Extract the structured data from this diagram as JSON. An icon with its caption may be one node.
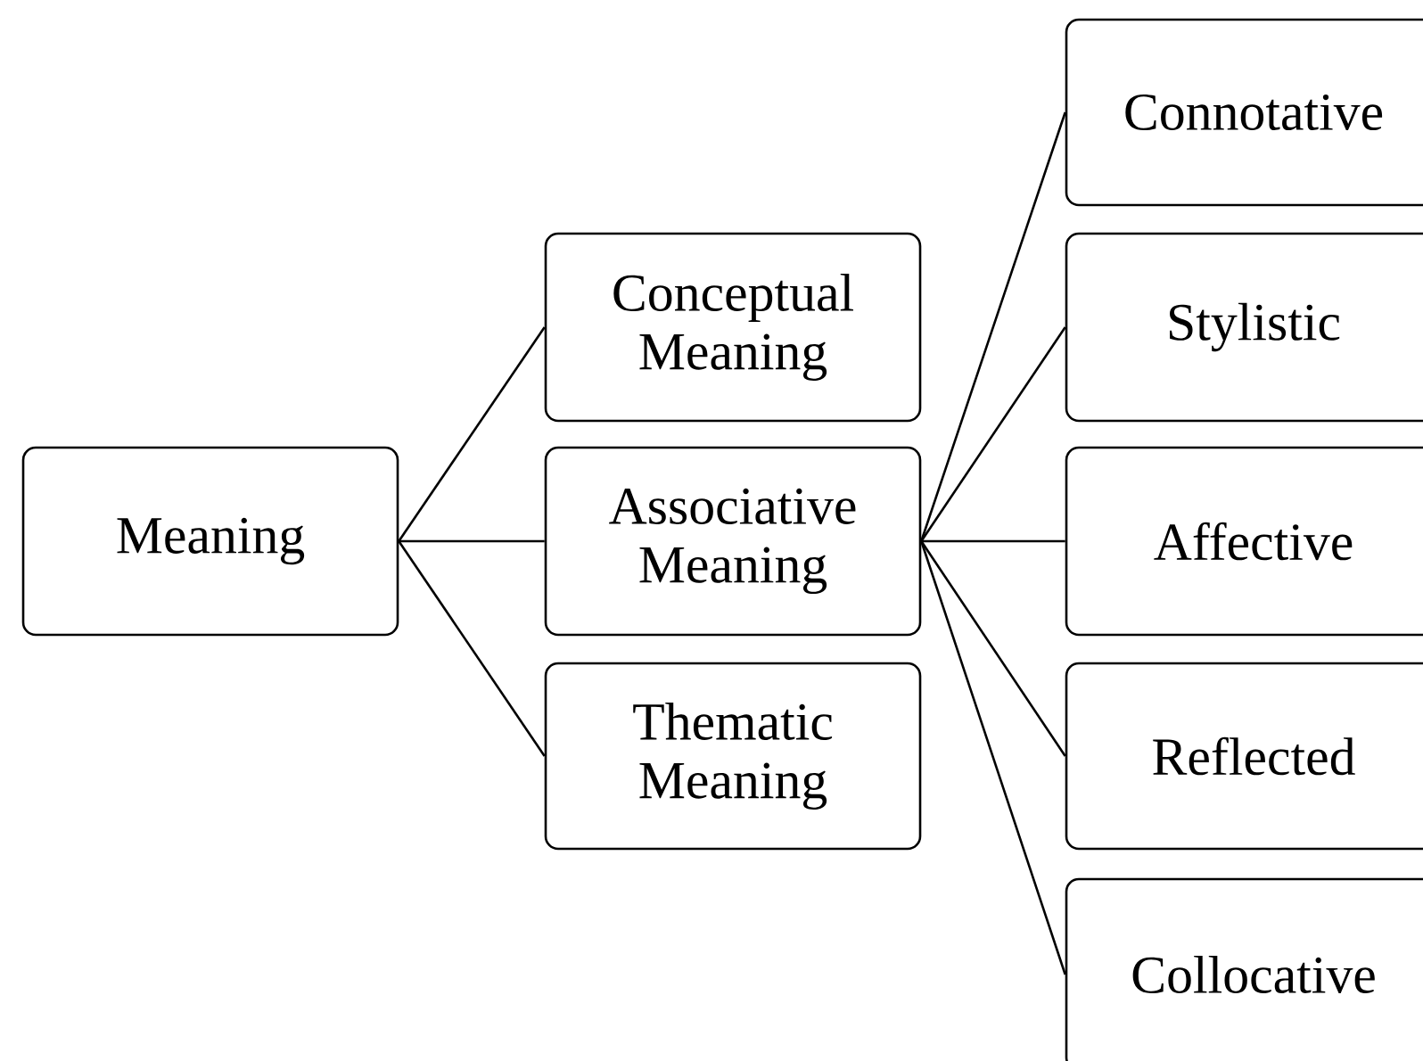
{
  "diagram": {
    "nodes": [
      {
        "text": [
          "Meaning"
        ]
      },
      {
        "text": [
          "Conceptual Meaning"
        ]
      },
      {
        "text": [
          "Associative Meaning"
        ]
      },
      {
        "text": [
          "Thematic Meaning"
        ]
      },
      {
        "text": [
          "Connotative"
        ]
      },
      {
        "text": [
          "Stylistic"
        ]
      },
      {
        "text": [
          "Affective"
        ]
      },
      {
        "text": [
          "Reflected"
        ]
      },
      {
        "text": [
          "Collocative"
        ]
      }
    ],
    "edges": [
      {
        "from": 0,
        "to": 1,
        "arrow": "none"
      },
      {
        "from": 0,
        "to": 2,
        "arrow": "none"
      },
      {
        "from": 0,
        "to": 3,
        "arrow": "none"
      },
      {
        "from": 2,
        "to": 4,
        "arrow": "none"
      },
      {
        "from": 2,
        "to": 5,
        "arrow": "none"
      },
      {
        "from": 2,
        "to": 6,
        "arrow": "none"
      },
      {
        "from": 2,
        "to": 7,
        "arrow": "none"
      },
      {
        "from": 2,
        "to": 8,
        "arrow": "none"
      }
    ]
  }
}
